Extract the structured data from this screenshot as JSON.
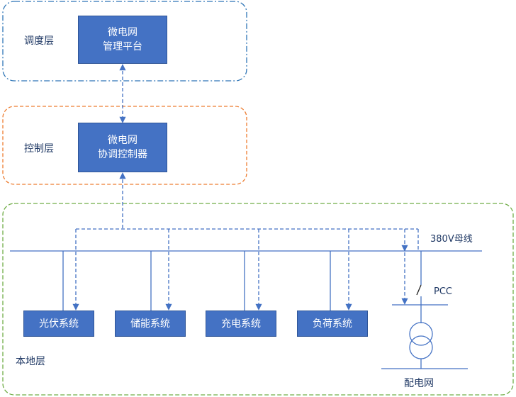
{
  "layers": {
    "dispatch": "调度层",
    "control": "控制层",
    "local": "本地层"
  },
  "platform": {
    "line1": "微电网",
    "line2": "管理平台"
  },
  "controller": {
    "line1": "微电网",
    "line2": "协调控制器"
  },
  "subsystems": [
    "光伏系统",
    "储能系统",
    "充电系统",
    "负荷系统"
  ],
  "bus_label": "380V母线",
  "pcc_label": "PCC",
  "grid_label": "配电网",
  "colors": {
    "dispatch_border": "#2e75b6",
    "control_border": "#ed7d31",
    "local_border": "#70ad47",
    "box_fill": "#4472c4",
    "line": "#4472c4"
  }
}
